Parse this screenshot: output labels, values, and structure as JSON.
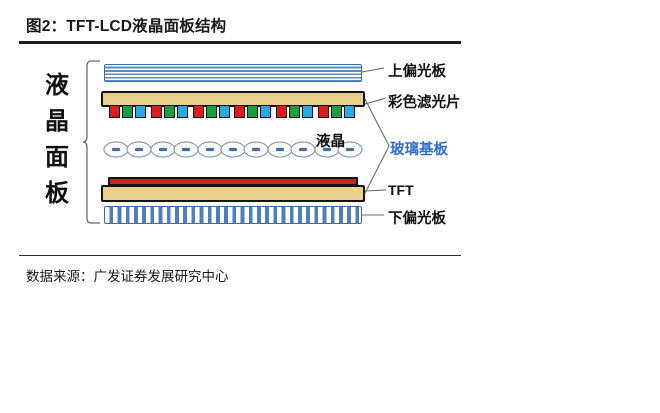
{
  "figure": {
    "title": "图2：TFT-LCD液晶面板结构",
    "source": "数据来源：广发证券发展研究中心"
  },
  "panel_caption": {
    "chars": [
      "液",
      "晶",
      "面",
      "板"
    ],
    "full": "液晶面板"
  },
  "inline_labels": {
    "liquid_crystal": "液晶"
  },
  "layers": [
    {
      "id": "upper-polarizer",
      "label": "上偏光板",
      "style": "horizontal-stripes",
      "color": "#5b8cc4",
      "border": "#3c6ca8"
    },
    {
      "id": "color-filter",
      "label": "彩色滤光片",
      "style": "tan-bar-with-rgb-cells",
      "color": "#e8d08a",
      "border": "#141414",
      "triplet_count": 6,
      "cell_colors": [
        "#e01b1b",
        "#1a9e3e",
        "#29a8e8"
      ]
    },
    {
      "id": "liquid-crystal",
      "label": "液晶",
      "style": "ellipse-molecules",
      "color": "#ffffff",
      "border": "#8a9bb5",
      "molecule_count": 11,
      "dash_color": "#3f6fa8"
    },
    {
      "id": "tft",
      "label": "TFT",
      "style": "red-strip-on-tan-bar",
      "color": "#d81f1f",
      "border": "#141414"
    },
    {
      "id": "lower-polarizer",
      "label": "下偏光板",
      "style": "vertical-stripes",
      "color": "#4f7fb8",
      "border": "#3c6ca8"
    }
  ],
  "callouts": [
    {
      "id": "glass-substrate",
      "label": "玻璃基板",
      "color": "#2f6fd0",
      "points_to": [
        "color-filter",
        "tft"
      ]
    }
  ]
}
